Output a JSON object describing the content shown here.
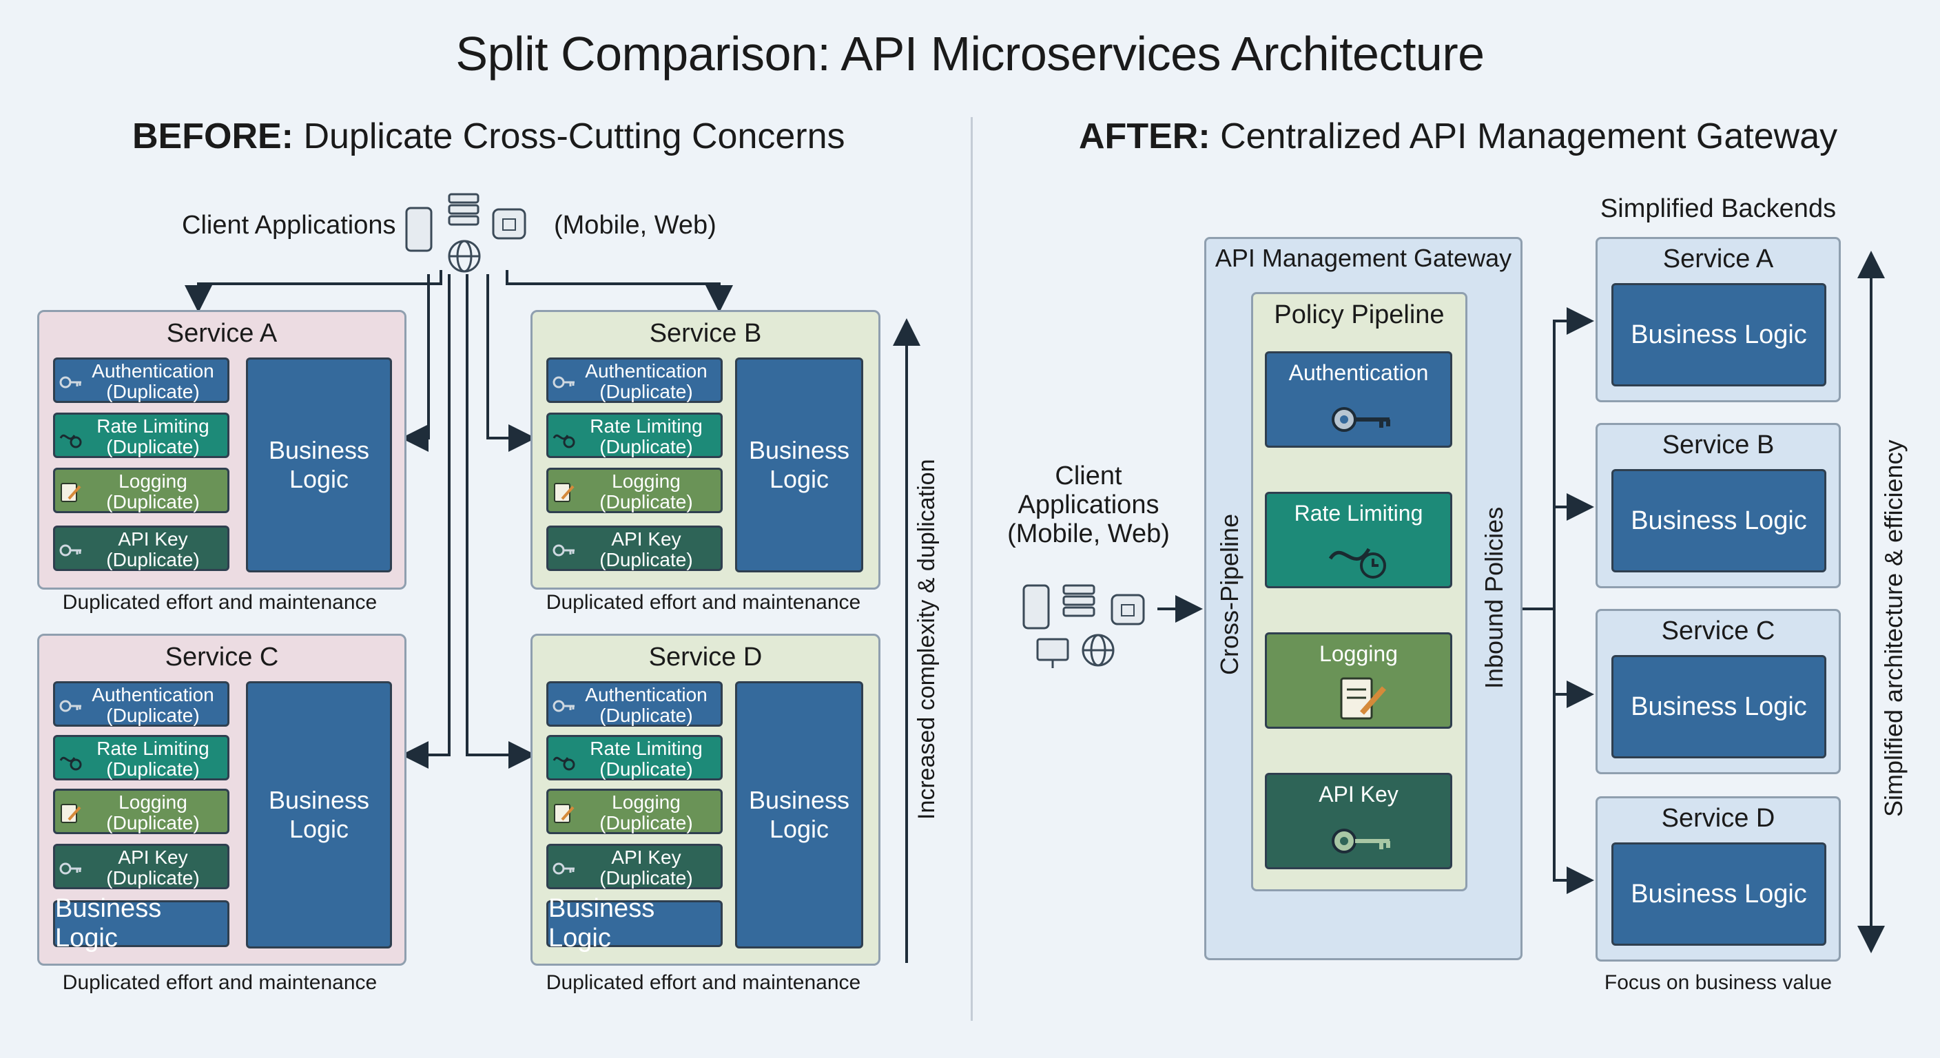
{
  "title": "Split Comparison: API Microservices Architecture",
  "before": {
    "heading_bold": "BEFORE:",
    "heading_rest": " Duplicate Cross-Cutting Concerns",
    "client_label": "Client Applications",
    "client_sub": "(Mobile, Web)",
    "concern_note": "(Duplicate)",
    "concerns": {
      "auth": "Authentication",
      "rate": "Rate Limiting",
      "log": "Logging",
      "key": "API Key"
    },
    "business_logic": "Business Logic",
    "caption": "Duplicated effort and maintenance",
    "services": [
      "Service A",
      "Service B",
      "Service C",
      "Service D"
    ],
    "side_label": "Increased complexity & duplication"
  },
  "after": {
    "heading_bold": "AFTER:",
    "heading_rest": " Centralized API Management Gateway",
    "client_label": "Client Applications (Mobile, Web)",
    "gateway_title": "API Management Gateway",
    "pipeline_title": "Policy Pipeline",
    "cross_pipeline": "Cross-Pipeline",
    "inbound": "Inbound Policies",
    "policies": [
      "Authentication",
      "Rate Limiting",
      "Logging",
      "API Key"
    ],
    "backends_title": "Simplified Backends",
    "services": [
      "Service A",
      "Service B",
      "Service C",
      "Service D"
    ],
    "business_logic": "Business Logic",
    "caption": "Focus on business value",
    "side_label": "Simplified architecture & efficiency"
  },
  "colors": {
    "auth": "#356a9c",
    "rate": "#1d8a78",
    "log": "#6a9357",
    "key": "#2e6457",
    "pink_panel": "#ecdce2",
    "green_panel": "#e2ead6",
    "blue_panel": "#d5e3f1"
  },
  "icons": {
    "auth": "key-icon",
    "rate": "rate-limit-clock-icon",
    "log": "notepad-pencil-icon",
    "key": "key-icon",
    "clients": [
      "phone-icon",
      "server-icon",
      "chip-icon",
      "globe-icon",
      "monitor-icon"
    ]
  }
}
